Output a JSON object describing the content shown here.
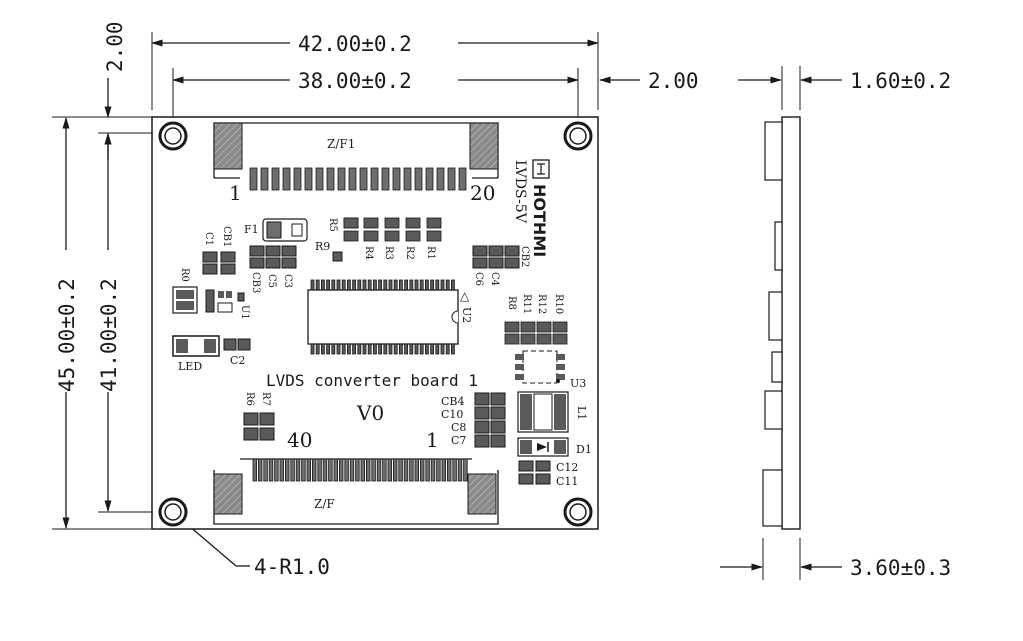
{
  "front_view": {
    "dimensions": {
      "overall_width": "42.00±0.2",
      "hole_pitch_width": "38.00±0.2",
      "edge_offset_top": "2.00",
      "edge_offset_right": "2.00",
      "overall_height": "45.00±0.2",
      "hole_pitch_height": "41.00±0.2",
      "mount_holes": "4-R1.0"
    },
    "board": {
      "top_connector_label": "Z/F1",
      "top_pin_first": "1",
      "top_pin_last": "20",
      "bottom_connector_label": "Z/F",
      "bottom_pin_first": "40",
      "bottom_pin_last": "1",
      "title": "LVDS converter board 1",
      "version": "V0",
      "model": "LVDS-5V",
      "brand": "HOTHMI",
      "led_label": "LED",
      "component_labels": {
        "F1": "F1",
        "R9": "R9",
        "R5": "R5",
        "R4": "R4",
        "R3": "R3",
        "R2": "R2",
        "R1": "R1",
        "C1": "C1",
        "CB1": "CB1",
        "CB3": "CB3",
        "C5": "C5",
        "C3": "C3",
        "R0": "R0",
        "U1": "U1",
        "C2": "C2",
        "U2": "U2",
        "CB2": "CB2",
        "C4": "C4",
        "C6": "C6",
        "R8": "R8",
        "R11": "R11",
        "R12": "R12",
        "R10": "R10",
        "U3": "U3",
        "L1": "L1",
        "D1": "D1",
        "C12": "C12",
        "C11": "C11",
        "R6": "R6",
        "R7": "R7",
        "CB4": "CB4",
        "C10": "C10",
        "C8": "C8",
        "C7": "C7"
      }
    }
  },
  "side_view": {
    "board_thickness": "1.60±0.2",
    "total_thickness": "3.60±0.3"
  }
}
